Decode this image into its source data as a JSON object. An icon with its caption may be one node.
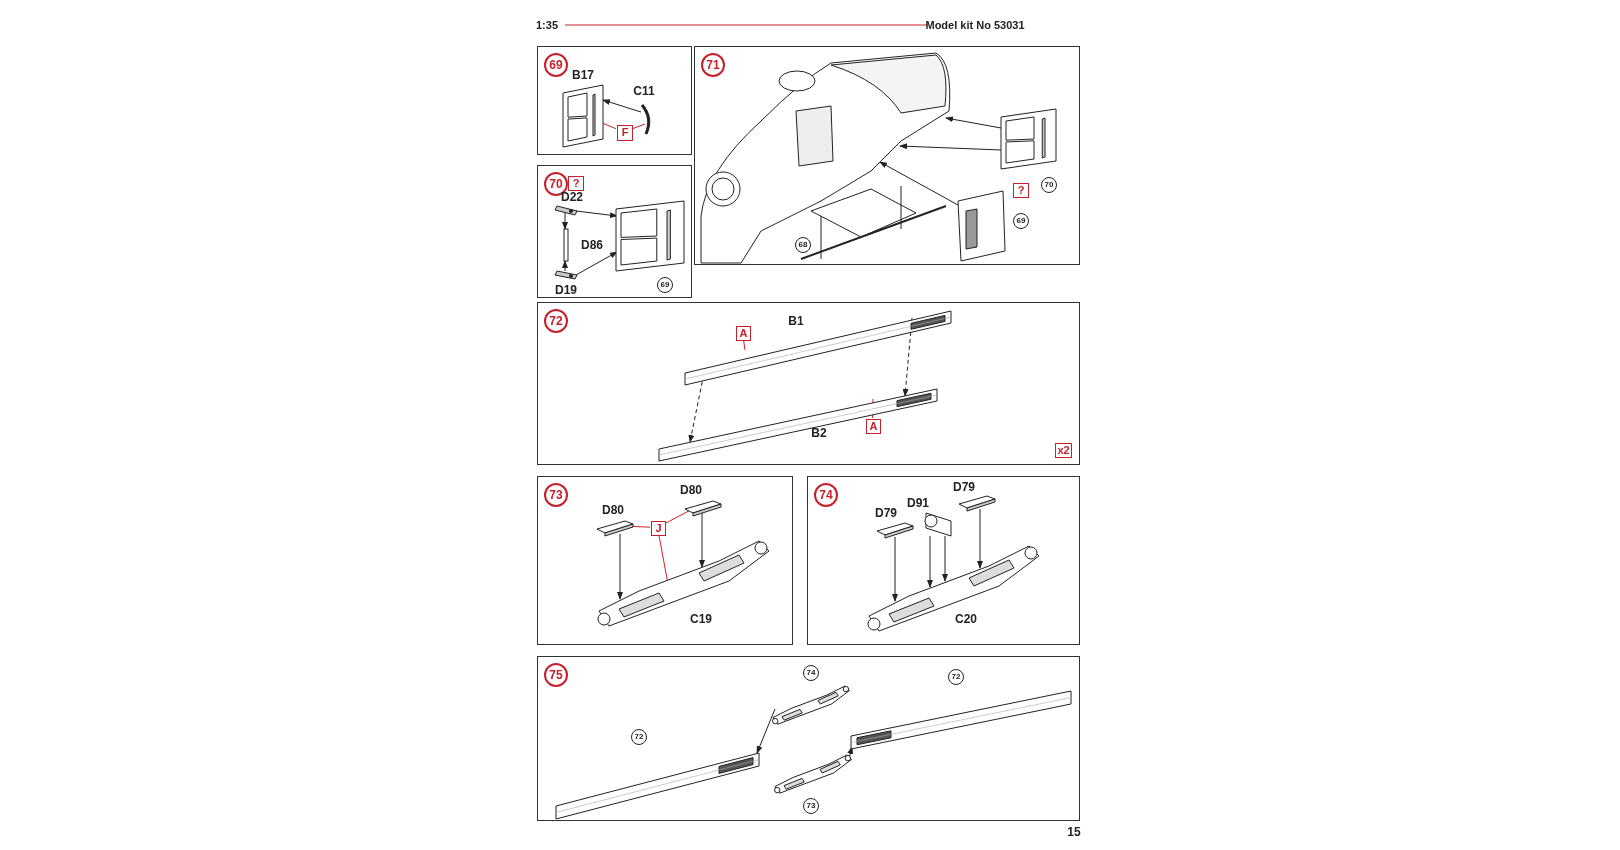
{
  "diagram": {
    "nodes": [
      {
        "text": [
          "69"
        ]
      },
      {
        "text": [
          "F"
        ],
        "in": 0
      },
      {
        "text": [],
        "shape": "picture",
        "in": 0,
        "beside": [
          "B17"
        ]
      },
      {
        "text": [],
        "shape": "picture",
        "in": 0,
        "beside": [
          "C11"
        ]
      },
      {
        "text": [
          "70"
        ]
      },
      {
        "text": [
          "?"
        ],
        "in": 4
      },
      {
        "text": [],
        "shape": "picture",
        "in": 4,
        "beside": [
          "D22"
        ]
      },
      {
        "text": [],
        "shape": "picture",
        "in": 4,
        "beside": [
          "D86"
        ]
      },
      {
        "text": [],
        "shape": "picture",
        "in": 4,
        "beside": [
          "D19"
        ]
      },
      {
        "text": [],
        "shape": "picture",
        "in": 4
      },
      {
        "text": [
          "69"
        ],
        "in": 4
      },
      {
        "text": [
          "71"
        ]
      },
      {
        "text": [],
        "shape": "picture",
        "in": 11
      },
      {
        "text": [],
        "shape": "picture",
        "in": 11
      },
      {
        "text": [
          "70"
        ],
        "in": 11
      },
      {
        "text": [
          "?"
        ],
        "in": 11
      },
      {
        "text": [],
        "shape": "picture",
        "in": 11
      },
      {
        "text": [
          "69"
        ],
        "in": 11
      },
      {
        "text": [
          "68"
        ],
        "in": 11
      },
      {
        "text": [
          "72"
        ]
      },
      {
        "text": [
          "A"
        ],
        "in": 19
      },
      {
        "text": [],
        "shape": "picture",
        "in": 19,
        "beside": [
          "B1"
        ]
      },
      {
        "text": [],
        "shape": "picture",
        "in": 19,
        "beside": [
          "B2"
        ]
      },
      {
        "text": [
          "A"
        ],
        "in": 19
      },
      {
        "text": [
          "x2"
        ],
        "in": 19
      },
      {
        "text": [
          "73"
        ]
      },
      {
        "text": [],
        "shape": "picture",
        "in": 25,
        "beside": [
          "D80"
        ]
      },
      {
        "text": [
          "J"
        ],
        "in": 25
      },
      {
        "text": [],
        "shape": "picture",
        "in": 25,
        "beside": [
          "D80"
        ]
      },
      {
        "text": [],
        "shape": "picture",
        "in": 25,
        "beside": [
          "C19"
        ]
      },
      {
        "text": [
          "74"
        ]
      },
      {
        "text": [],
        "shape": "picture",
        "in": 30,
        "beside": [
          "D79"
        ]
      },
      {
        "text": [],
        "shape": "picture",
        "in": 30,
        "beside": [
          "D91"
        ]
      },
      {
        "text": [],
        "shape": "picture",
        "in": 30,
        "beside": [
          "D79"
        ]
      },
      {
        "text": [],
        "shape": "picture",
        "in": 30,
        "beside": [
          "C20"
        ]
      },
      {
        "text": [
          "75"
        ]
      },
      {
        "text": [
          "74"
        ],
        "in": 35
      },
      {
        "text": [],
        "shape": "picture",
        "in": 35
      },
      {
        "text": [
          "72"
        ],
        "in": 35
      },
      {
        "text": [],
        "shape": "picture",
        "in": 35
      },
      {
        "text": [
          "72"
        ],
        "in": 35
      },
      {
        "text": [],
        "shape": "picture",
        "in": 35
      },
      {
        "text": [],
        "shape": "picture",
        "in": 35
      },
      {
        "text": [
          "73"
        ],
        "in": 35
      }
    ],
    "edges": [
      {
        "from": 1,
        "to": 2,
        "arrow": "none",
        "color": "#d0202a"
      },
      {
        "from": 1,
        "to": 3,
        "arrow": "none",
        "color": "#d0202a"
      },
      {
        "from": 3,
        "to": 2,
        "arrow": "to"
      },
      {
        "from": 6,
        "to": 7,
        "arrow": "to"
      },
      {
        "from": 8,
        "to": 7,
        "arrow": "to"
      },
      {
        "from": 6,
        "to": 9,
        "arrow": "to"
      },
      {
        "from": 8,
        "to": 9,
        "arrow": "to"
      },
      {
        "from": 13,
        "to": 12,
        "arrow": "to"
      },
      {
        "from": 13,
        "to": 12,
        "arrow": "to"
      },
      {
        "from": 16,
        "to": 12,
        "arrow": "to"
      },
      {
        "from": 20,
        "to": 21,
        "arrow": "none",
        "color": "#d0202a"
      },
      {
        "from": 21,
        "to": 22,
        "arrow": "to",
        "style": "dashed"
      },
      {
        "from": 21,
        "to": 22,
        "arrow": "to",
        "style": "dashed"
      },
      {
        "from": 23,
        "to": 22,
        "arrow": "none",
        "color": "#d0202a"
      },
      {
        "from": 27,
        "to": 26,
        "arrow": "none",
        "color": "#d0202a"
      },
      {
        "from": 27,
        "to": 28,
        "arrow": "none",
        "color": "#d0202a"
      },
      {
        "from": 27,
        "to": 29,
        "arrow": "none",
        "color": "#d0202a"
      },
      {
        "from": 26,
        "to": 29,
        "arrow": "to"
      },
      {
        "from": 28,
        "to": 29,
        "arrow": "to"
      },
      {
        "from": 31,
        "to": 34,
        "arrow": "to"
      },
      {
        "from": 32,
        "to": 34,
        "arrow": "to"
      },
      {
        "from": 32,
        "to": 34,
        "arrow": "to"
      },
      {
        "from": 33,
        "to": 34,
        "arrow": "to"
      },
      {
        "from": 37,
        "to": 41,
        "arrow": "to"
      },
      {
        "from": 42,
        "to": 39,
        "arrow": "to"
      }
    ],
    "labels": [
      "1:35",
      "Model kit No 53031",
      "15"
    ]
  }
}
